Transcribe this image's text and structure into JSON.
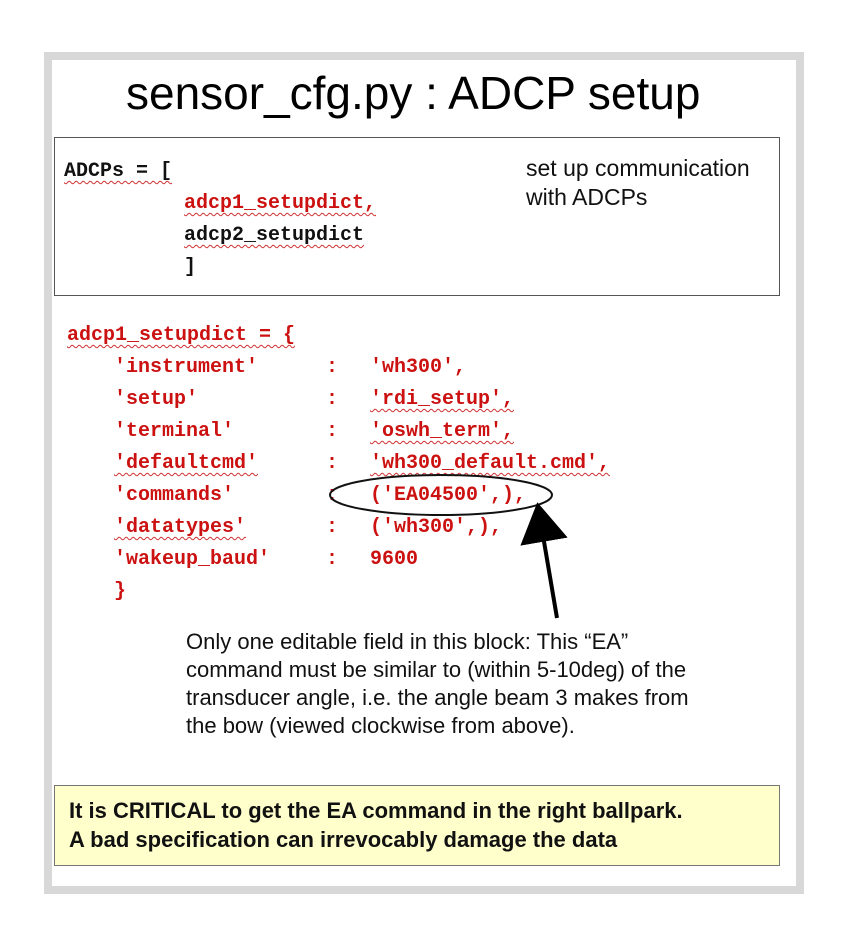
{
  "title": "sensor_cfg.py : ADCP setup",
  "adcps_block": {
    "line1": "ADCPs = [",
    "item1": "adcp1_setupdict,",
    "item2": "adcp2_setupdict",
    "close": "]",
    "note_line1": "set up communication",
    "note_line2": "with ADCPs"
  },
  "setupdict": {
    "header": "adcp1_setupdict = {",
    "entries": [
      {
        "key": "'instrument'",
        "sep": ":",
        "value": "'wh300',"
      },
      {
        "key": "'setup'",
        "sep": ":",
        "value": "'rdi_setup',"
      },
      {
        "key": "'terminal'",
        "sep": ":",
        "value": "'oswh_term',"
      },
      {
        "key": "'defaultcmd'",
        "sep": ":",
        "value": "'wh300_default.cmd',"
      },
      {
        "key": "'commands'",
        "sep": ":",
        "value": "('EA04500',),"
      },
      {
        "key": "'datatypes'",
        "sep": ":",
        "value": "('wh300',),"
      },
      {
        "key": "'wakeup_baud'",
        "sep": ":",
        "value": "9600"
      }
    ],
    "close": "}"
  },
  "description": {
    "line1": "Only one editable field in this block: This “EA”",
    "line2": "command must be similar to (within 5-10deg) of the",
    "line3": "transducer angle, i.e. the angle  beam 3 makes from",
    "line4": "the bow (viewed clockwise from above)."
  },
  "warning": {
    "line1": "It is CRITICAL to get the EA command in the right ballpark.",
    "line2": "A bad specification can irrevocably damage the data"
  },
  "colors": {
    "code_red": "#cc1111",
    "warning_bg": "#ffffcc"
  }
}
